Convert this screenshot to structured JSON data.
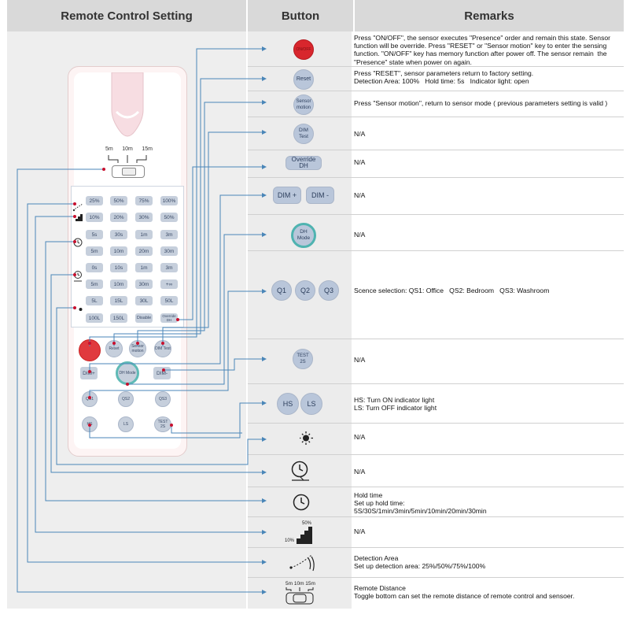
{
  "headers": {
    "left": "Remote Control Setting",
    "middle": "Button",
    "right": "Remarks"
  },
  "colors": {
    "header_bg": "#d9d9d9",
    "connector": "#4a86b8",
    "pin": "#c8102e",
    "button_fill": "#b9c6da",
    "on_off": "#d8262d",
    "dh_ring": "#4fb3b0"
  },
  "remote": {
    "distance_labels": [
      "5m",
      "10m",
      "15m"
    ],
    "keypad_rows": [
      [
        "25%",
        "50%",
        "75%",
        "100%"
      ],
      [
        "10%",
        "20%",
        "30%",
        "50%"
      ],
      [
        "5s",
        "30s",
        "1m",
        "3m"
      ],
      [
        "5m",
        "10m",
        "20m",
        "30m"
      ],
      [
        "0s",
        "10s",
        "1m",
        "3m"
      ],
      [
        "5m",
        "10m",
        "30m",
        "+∞"
      ],
      [
        "5L",
        "15L",
        "30L",
        "50L"
      ],
      [
        "100L",
        "150L",
        "Disable",
        "Override DH"
      ]
    ],
    "row3_buttons": [
      "",
      "Reset",
      "Sensor motion",
      "DIM Test"
    ],
    "row4_buttons": [
      "DIM+",
      "DH Mode",
      "DIM-"
    ],
    "row5_buttons": [
      "QS1",
      "QS2",
      "QS3"
    ],
    "row6_buttons": [
      "HS",
      "LS",
      "TEST 2S"
    ]
  },
  "buttons": {
    "on_off": "ON/OFF",
    "reset": "Reset",
    "sensor_motion": "Sensor motion",
    "dim_test": "DIM Test",
    "override_dh": "Override DH",
    "dim_plus": "DIM +",
    "dim_minus": "DIM -",
    "dh_mode": "DH Mode",
    "q1": "Q1",
    "q2": "Q2",
    "q3": "Q3",
    "test_2s": "TEST 2S",
    "hs": "HS",
    "ls": "LS",
    "icon_50": "50%",
    "icon_10": "10%",
    "remote_distance_labels": "5m 10m 15m"
  },
  "remarks": [
    {
      "lines": [
        "Press \"ON/OFF\", the sensor executes \"Presence\" order and remain this state. Sensor function will be override. Press \"RESET\" or \"Sensor motion\" key to enter the sensing function. \"ON/OFF\" key has memory function after power off. The sensor remain  the \"Presence\" state when power on again."
      ]
    },
    {
      "lines": [
        "Press \"RESET\", sensor parameters return to factory setting.",
        "Detection Area: 100%   Hold time: 5s   Indicator light: open"
      ]
    },
    {
      "lines": [
        "Press \"Sensor motion\", return to sensor mode ( previous parameters setting is valid )"
      ]
    },
    {
      "lines": [
        "N/A"
      ]
    },
    {
      "lines": [
        "N/A"
      ]
    },
    {
      "lines": [
        "N/A"
      ]
    },
    {
      "lines": [
        "N/A"
      ]
    },
    {
      "lines": [
        "Scence selection: QS1: Office   QS2: Bedroom   QS3: Washroom"
      ]
    },
    {
      "lines": [
        "N/A"
      ]
    },
    {
      "lines": [
        "HS: Turn ON indicator light",
        "LS: Turn OFF indicator light"
      ]
    },
    {
      "lines": [
        "N/A"
      ]
    },
    {
      "lines": [
        "N/A"
      ]
    },
    {
      "lines": [
        "Hold time",
        "Set up hold time:",
        "5S/30S/1min/3min/5min/10min/20min/30min"
      ]
    },
    {
      "lines": [
        "N/A"
      ]
    },
    {
      "lines": [
        "Detection Area",
        "Set up detection area: 25%/50%/75%/100%"
      ]
    },
    {
      "lines": [
        "Remote Distance",
        "Toggle bottom can set the remote distance of remote control and sensoer."
      ]
    }
  ]
}
